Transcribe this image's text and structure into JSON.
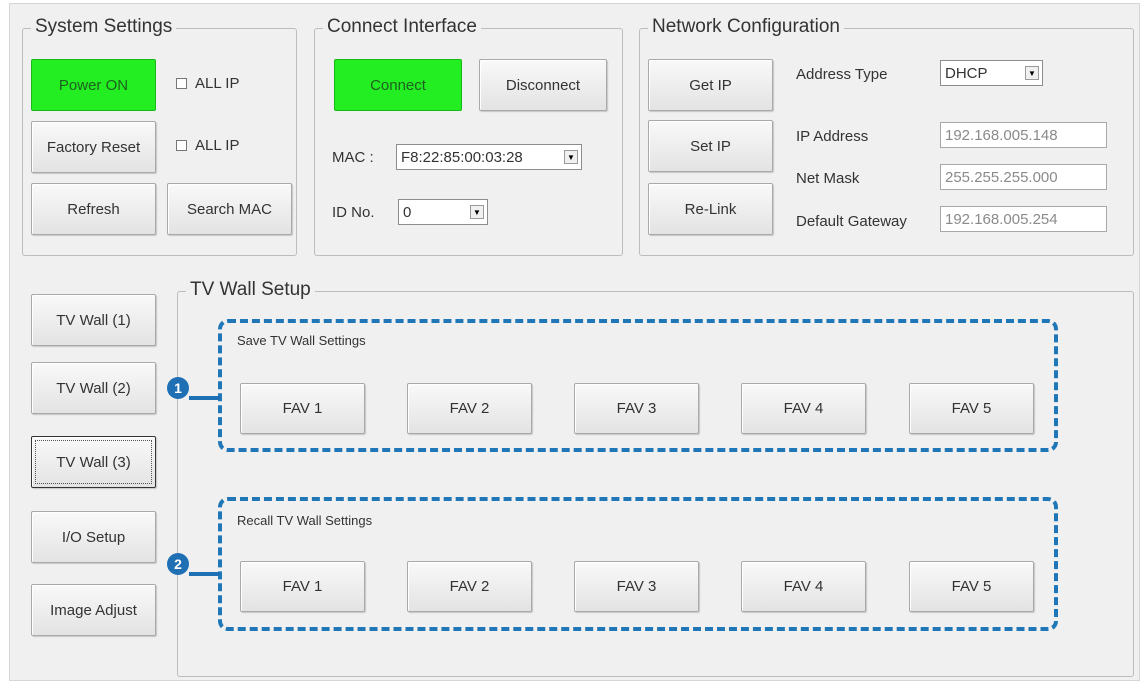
{
  "system_settings": {
    "title": "System Settings",
    "power_on": "Power ON",
    "factory_reset": "Factory Reset",
    "refresh": "Refresh",
    "search_mac": "Search MAC",
    "all_ip_1": "ALL IP",
    "all_ip_2": "ALL IP"
  },
  "connect_interface": {
    "title": "Connect Interface",
    "connect": "Connect",
    "disconnect": "Disconnect",
    "mac_label": "MAC :",
    "mac_value": "F8:22:85:00:03:28",
    "id_label": "ID No.",
    "id_value": "0"
  },
  "network_configuration": {
    "title": "Network Configuration",
    "get_ip": "Get IP",
    "set_ip": "Set IP",
    "re_link": "Re-Link",
    "address_type_label": "Address Type",
    "address_type_value": "DHCP",
    "ip_address_label": "IP Address",
    "ip_address_value": "192.168.005.148",
    "net_mask_label": "Net Mask",
    "net_mask_value": "255.255.255.000",
    "gateway_label": "Default Gateway",
    "gateway_value": "192.168.005.254"
  },
  "sidebar": {
    "items": [
      "TV Wall (1)",
      "TV Wall (2)",
      "TV Wall (3)",
      "I/O Setup",
      "Image Adjust"
    ]
  },
  "tv_wall_setup": {
    "title": "TV Wall Setup",
    "save_label": "Save TV Wall Settings",
    "recall_label": "Recall TV Wall Settings",
    "save_buttons": [
      "FAV 1",
      "FAV 2",
      "FAV 3",
      "FAV 4",
      "FAV 5"
    ],
    "recall_buttons": [
      "FAV 1",
      "FAV 2",
      "FAV 3",
      "FAV 4",
      "FAV 5"
    ],
    "callout_1": "1",
    "callout_2": "2"
  },
  "colors": {
    "active_green": "#22ee22",
    "callout_blue": "#1f77b8"
  }
}
